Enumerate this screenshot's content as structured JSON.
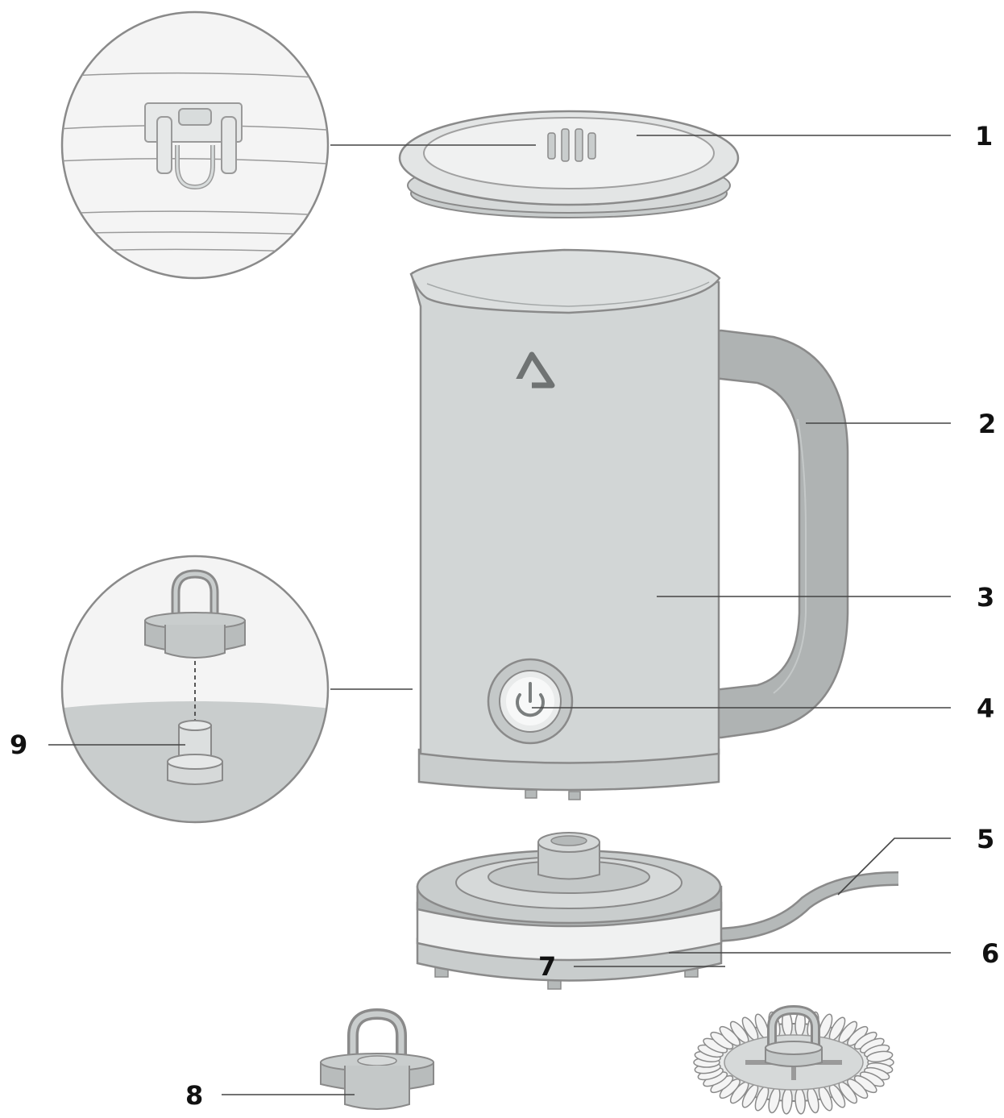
{
  "callouts": [
    {
      "id": "lid",
      "label": "1"
    },
    {
      "id": "handle",
      "label": "2"
    },
    {
      "id": "body",
      "label": "3"
    },
    {
      "id": "power-button",
      "label": "4"
    },
    {
      "id": "cord",
      "label": "5"
    },
    {
      "id": "base",
      "label": "6"
    },
    {
      "id": "frothing-whisk",
      "label": "7"
    },
    {
      "id": "heating-whisk",
      "label": "8"
    },
    {
      "id": "whisk-post",
      "label": "9"
    }
  ],
  "colors": {
    "part_fill": "#d2d6d6",
    "part_dark": "#a9adad",
    "handle_fill": "#aeb2b2",
    "outline": "#8a8a8a",
    "zoom_fill": "#f4f4f4",
    "zoom_lower": "#c9cdcd",
    "label": "#111111"
  },
  "icons": {
    "brand_logo": "triangle-logo-icon",
    "power": "power-icon"
  }
}
